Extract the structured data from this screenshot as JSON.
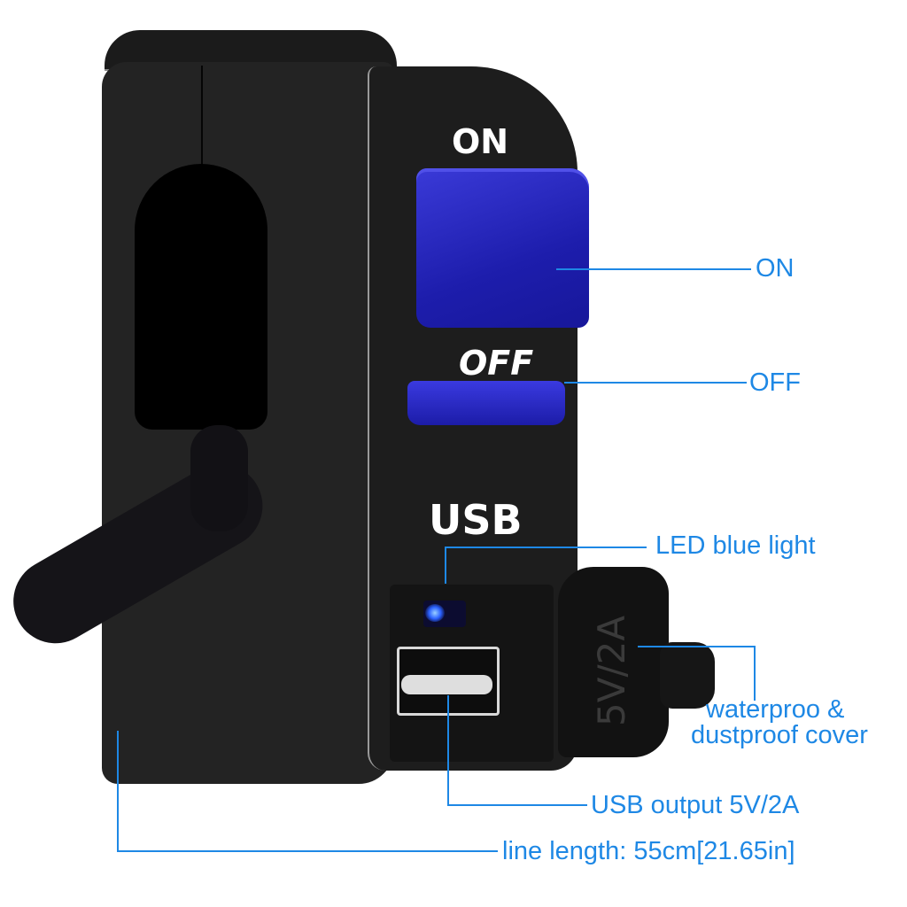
{
  "device": {
    "labels": {
      "on": "ON",
      "off": "OFF",
      "usb": "USB",
      "cover_rating": "5V/2A"
    },
    "colors": {
      "housing": "#232323",
      "switch_blue": "#1f1fb0",
      "led_blue": "#2a60ff",
      "callout_blue": "#1e88e5"
    }
  },
  "callouts": {
    "on": "ON",
    "off": "OFF",
    "led": "LED blue light",
    "cover_line1": "waterproo &",
    "cover_line2": "dustproof cover",
    "usb_output": "USB output 5V/2A",
    "line_length": "line length: 55cm[21.65in]"
  }
}
